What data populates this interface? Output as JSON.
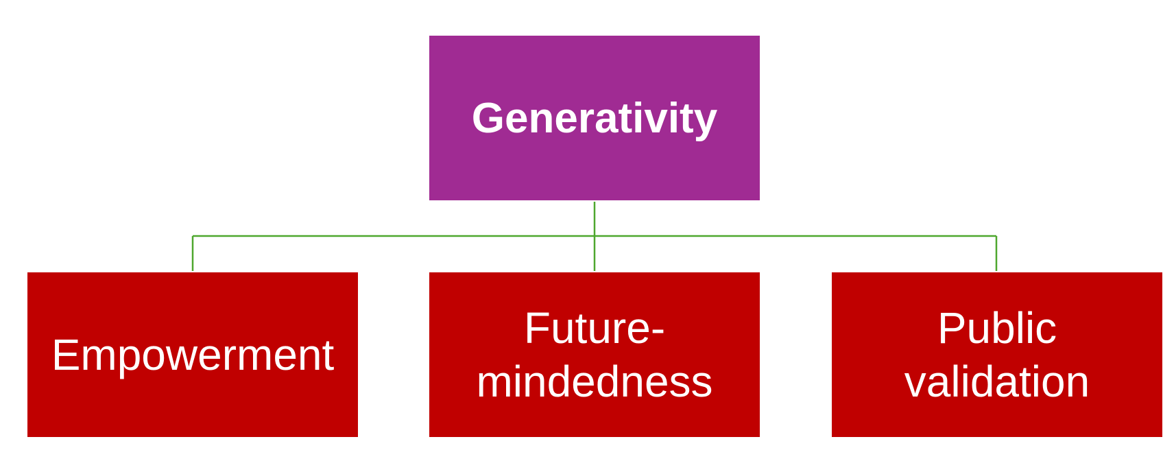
{
  "diagram": {
    "colors": {
      "root_fill": "#A02B93",
      "child_fill": "#C00000",
      "connector": "#4EA72E",
      "text": "#FFFFFF"
    },
    "root": {
      "label": "Generativity"
    },
    "children": [
      {
        "label": "Empowerment"
      },
      {
        "label": "Future-\nmindedness"
      },
      {
        "label": "Public\nvalidation"
      }
    ]
  }
}
